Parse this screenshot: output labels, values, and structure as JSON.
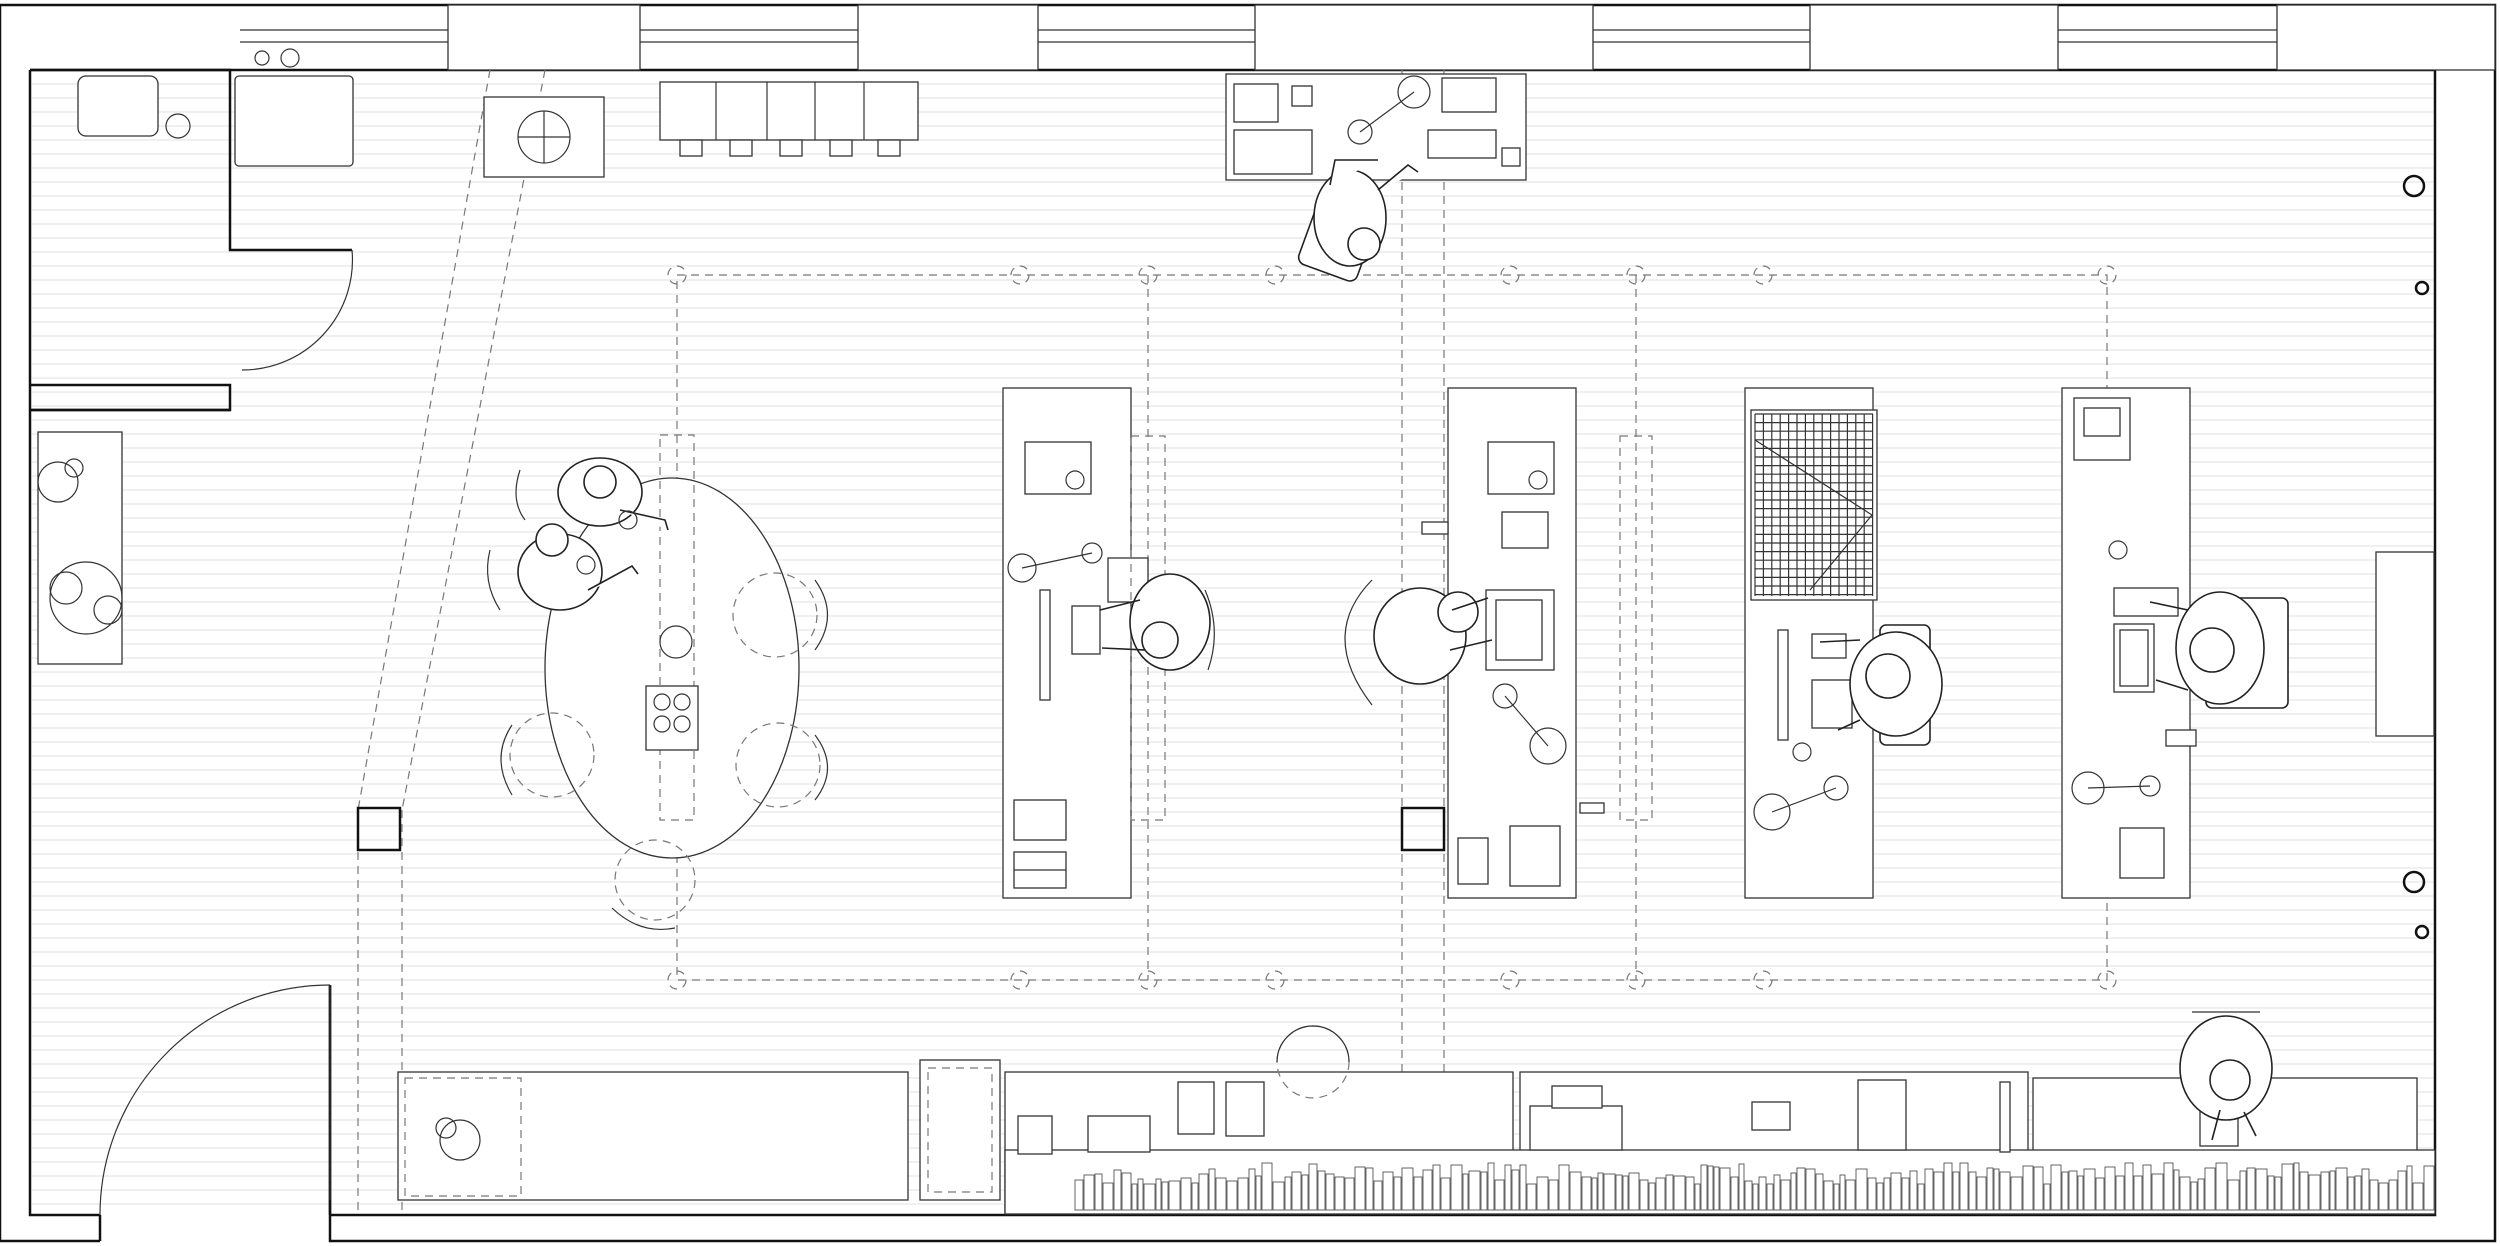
{
  "drawing": {
    "type": "architectural floor plan",
    "style": "black line drawing on white background",
    "colors": {
      "background": "#ffffff",
      "line": "#111111",
      "floor_planks": "#e2e2e2",
      "grid_dash": "#777777"
    }
  },
  "furniture": {
    "oval_meeting_table": {
      "chairs": 6,
      "seated_people": 2
    },
    "work_desks": 5,
    "seated_workers": 6,
    "bookshelf_row": true,
    "planters": 3
  },
  "icons": [
    "door-swing-icon",
    "person-icon",
    "chair-icon",
    "plant-icon",
    "laptop-icon",
    "desk-lamp-icon",
    "printer-icon",
    "sink-icon",
    "radiator-icon",
    "column-icon"
  ]
}
